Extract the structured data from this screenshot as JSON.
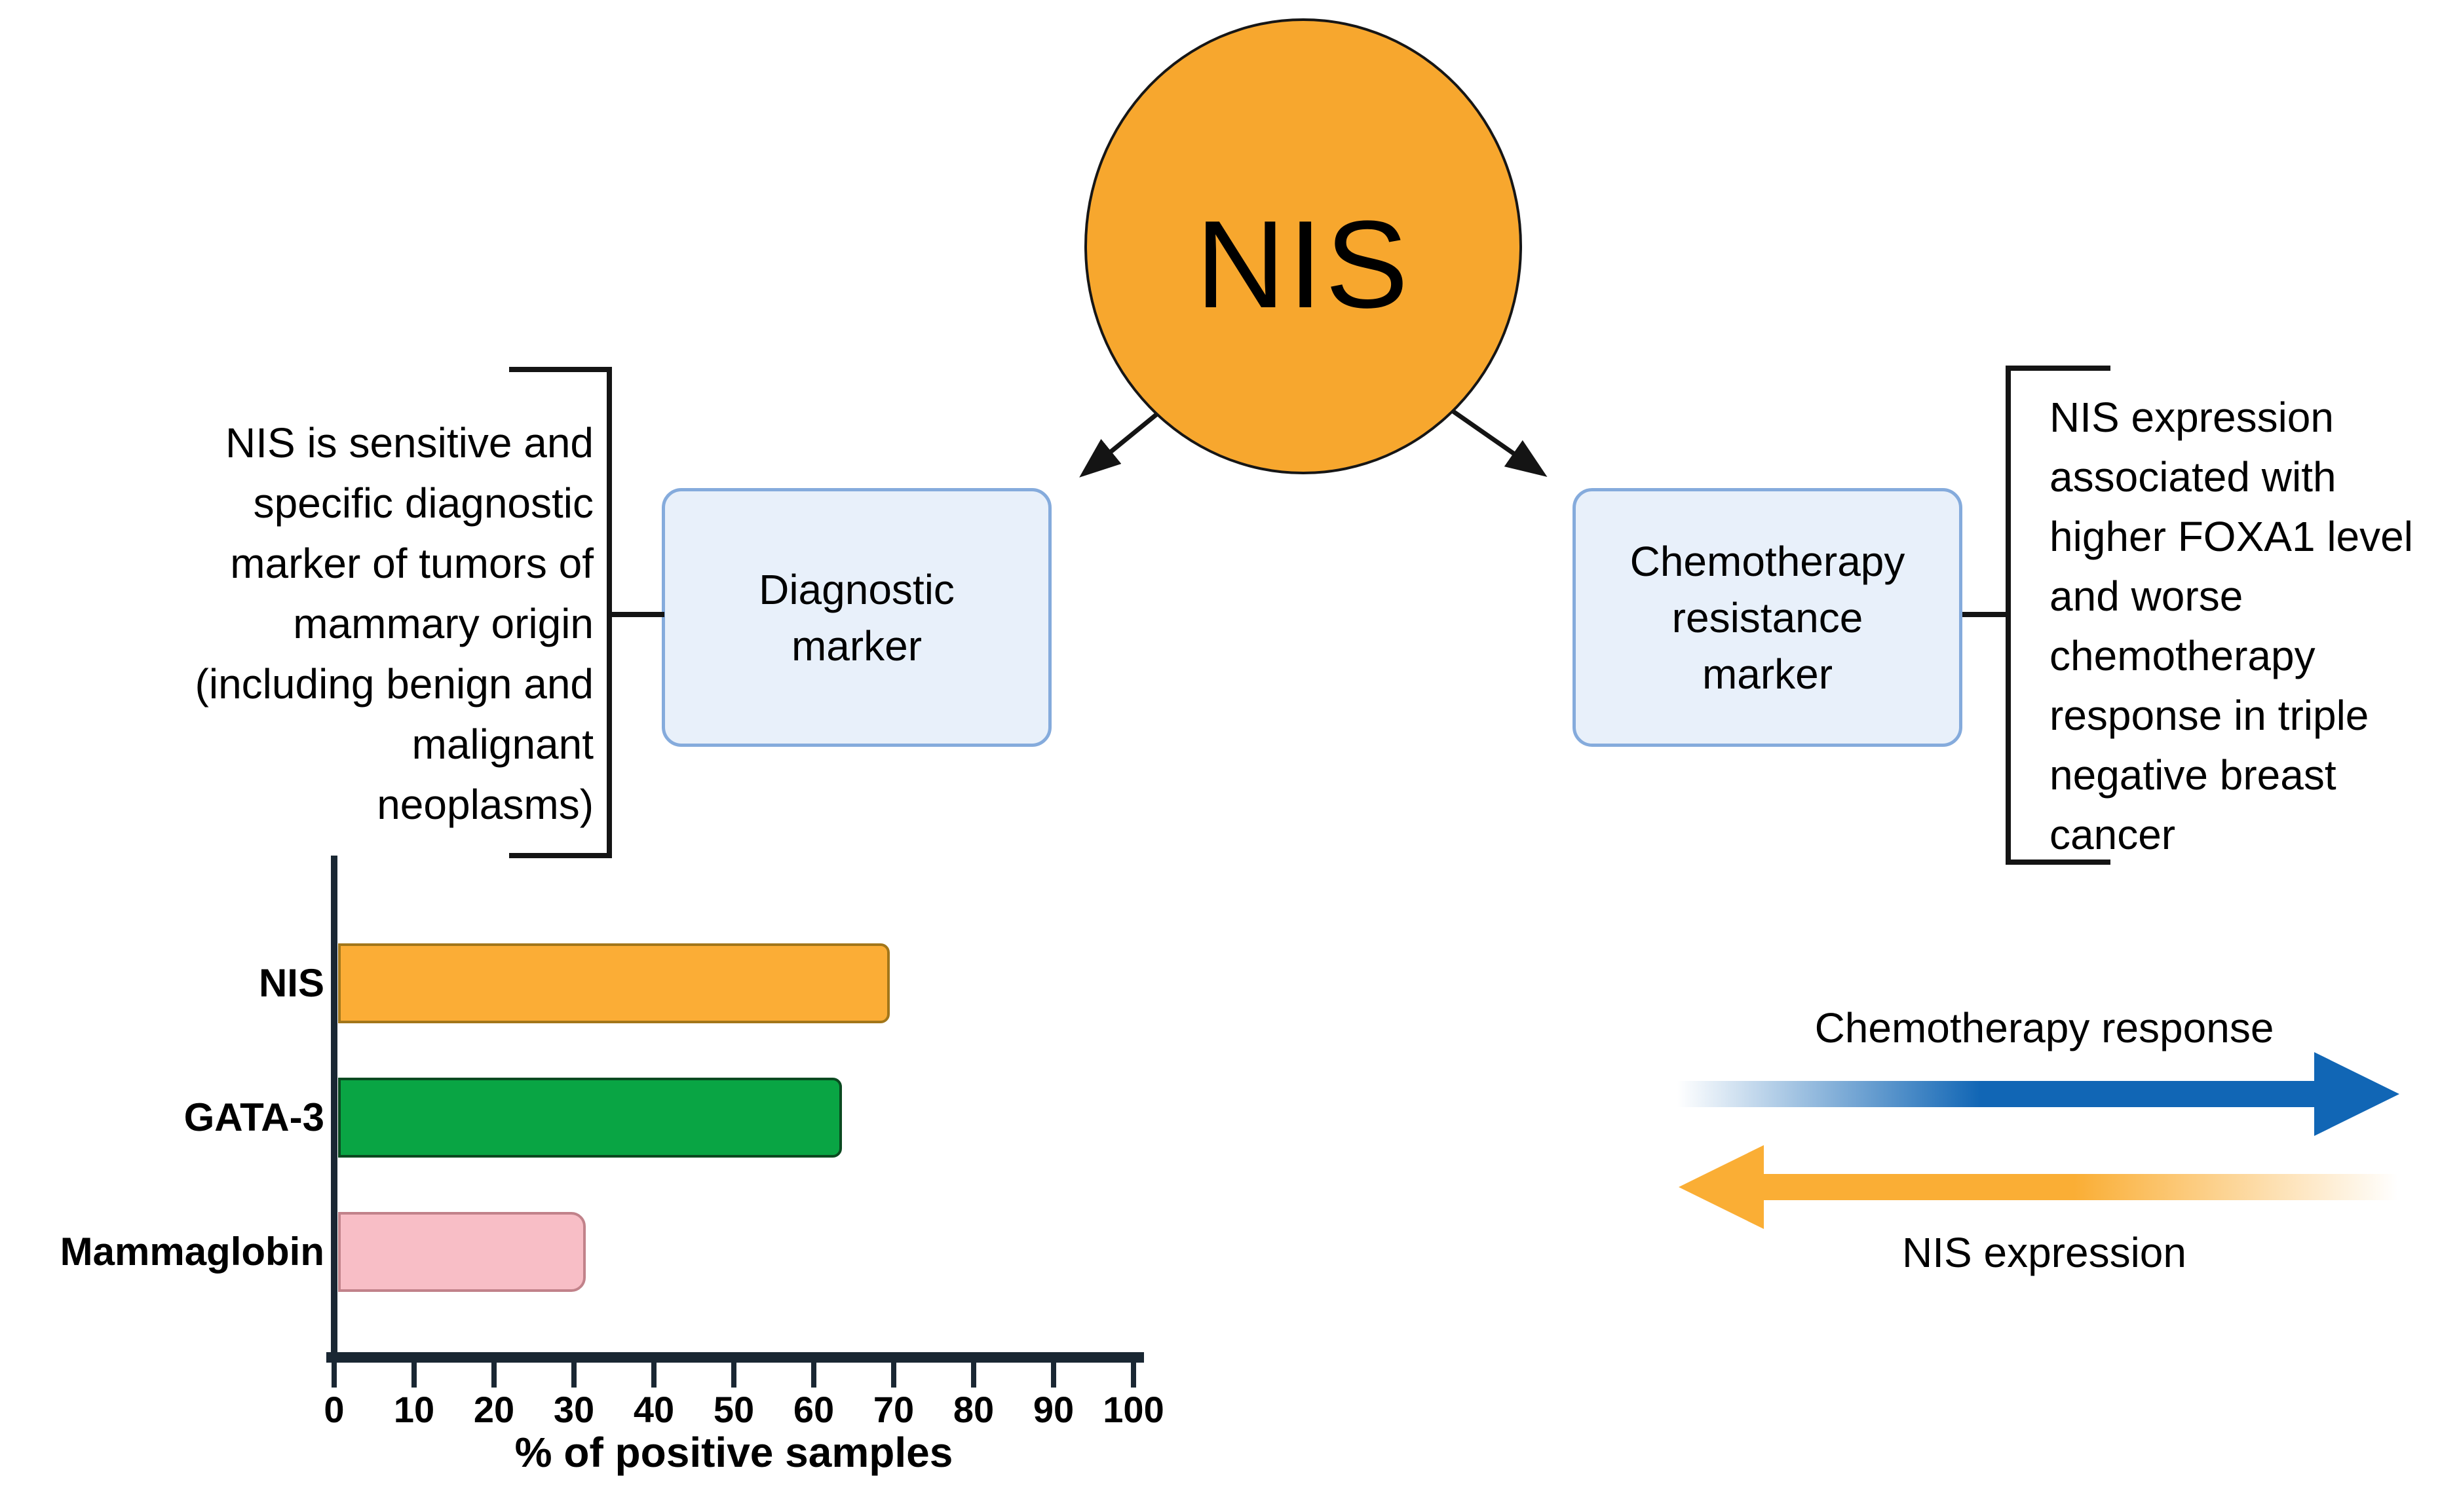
{
  "root": {
    "label": "NIS",
    "fill": "#F7A72E",
    "border": "#161616"
  },
  "connector_color": "#141414",
  "boxes": {
    "left": {
      "lines": [
        "Diagnostic",
        "marker"
      ],
      "fill": "#E8F0FA",
      "border": "#85ABDC"
    },
    "right": {
      "lines": [
        "Chemotherapy",
        "resistance",
        "marker"
      ],
      "fill": "#E8F0FA",
      "border": "#85ABDC"
    }
  },
  "notes": {
    "left": {
      "lines": [
        "NIS is sensitive and",
        "specific diagnostic",
        "marker of tumors of",
        "mammary origin",
        "(including benign and",
        "malignant",
        "neoplasms)"
      ]
    },
    "right": {
      "lines": [
        "NIS expression",
        "associated with",
        "higher FOXA1 level",
        "and worse",
        "chemotherapy",
        "response in triple",
        "negative breast",
        "cancer"
      ]
    }
  },
  "chart_data": {
    "type": "bar",
    "orientation": "horizontal",
    "categories": [
      "NIS",
      "GATA-3",
      "Mammaglobin"
    ],
    "values": [
      69,
      63,
      31
    ],
    "bar_colors": [
      "#FBAD36",
      "#09A544",
      "#F8BEC6"
    ],
    "bar_border_colors": [
      "#A2761A",
      "#0A4A20",
      "#C1828A"
    ],
    "xlabel": "% of positive samples",
    "xlim": [
      0,
      100
    ],
    "xticks": [
      0,
      10,
      20,
      30,
      40,
      50,
      60,
      70,
      80,
      90,
      100
    ],
    "grid": false,
    "legend": false,
    "axis_color": "#1A2733"
  },
  "gradient_arrows": {
    "chemo_response": {
      "label": "Chemotherapy response",
      "direction": "right",
      "color": "#1166B5",
      "fade": "#FFFFFF"
    },
    "nis_expression": {
      "label": "NIS expression",
      "direction": "left",
      "color": "#FAAE35",
      "fade": "#FFFFFF"
    }
  }
}
